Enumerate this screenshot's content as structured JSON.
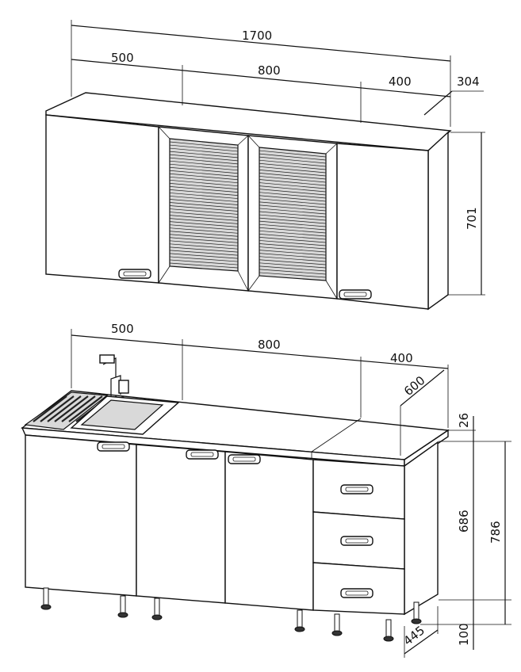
{
  "wall_cabinets": {
    "dim_total_width": "1700",
    "dim_left_width": "500",
    "dim_center_width": "800",
    "dim_right_width": "400",
    "dim_depth": "304",
    "dim_height": "701"
  },
  "base_cabinets": {
    "dim_left_width": "500",
    "dim_center_width": "800",
    "dim_right_width": "400",
    "dim_depth": "600",
    "dim_countertop": "26",
    "dim_body_height": "686",
    "dim_total_height": "786",
    "dim_leg_height": "100",
    "dim_leg_depth": "445"
  }
}
